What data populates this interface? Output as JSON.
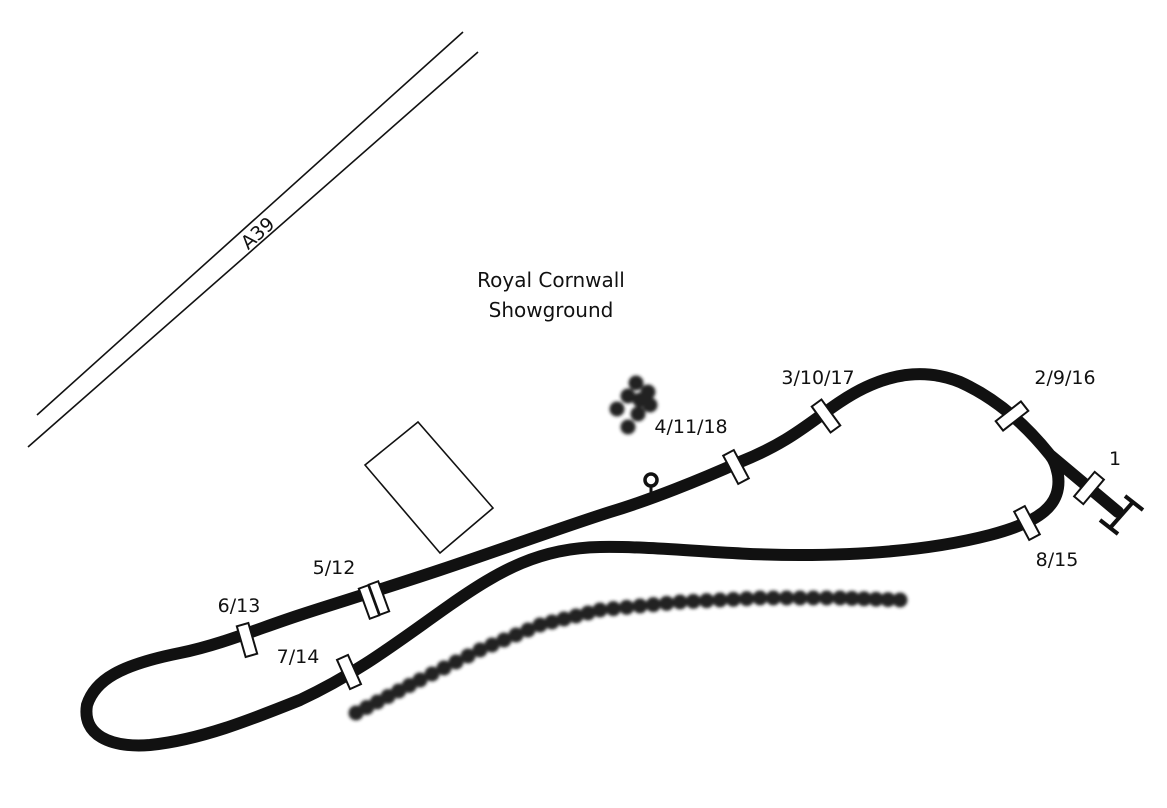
{
  "road": {
    "label": "A39"
  },
  "venue": {
    "line1": "Royal Cornwall",
    "line2": "Showground"
  },
  "markers": {
    "m1": "1",
    "m2": "2/9/16",
    "m3": "3/10/17",
    "m4": "4/11/18",
    "m5": "5/12",
    "m6": "6/13",
    "m7": "7/14",
    "m8": "8/15"
  },
  "colors": {
    "track": "#111111",
    "trees": "#222222"
  }
}
